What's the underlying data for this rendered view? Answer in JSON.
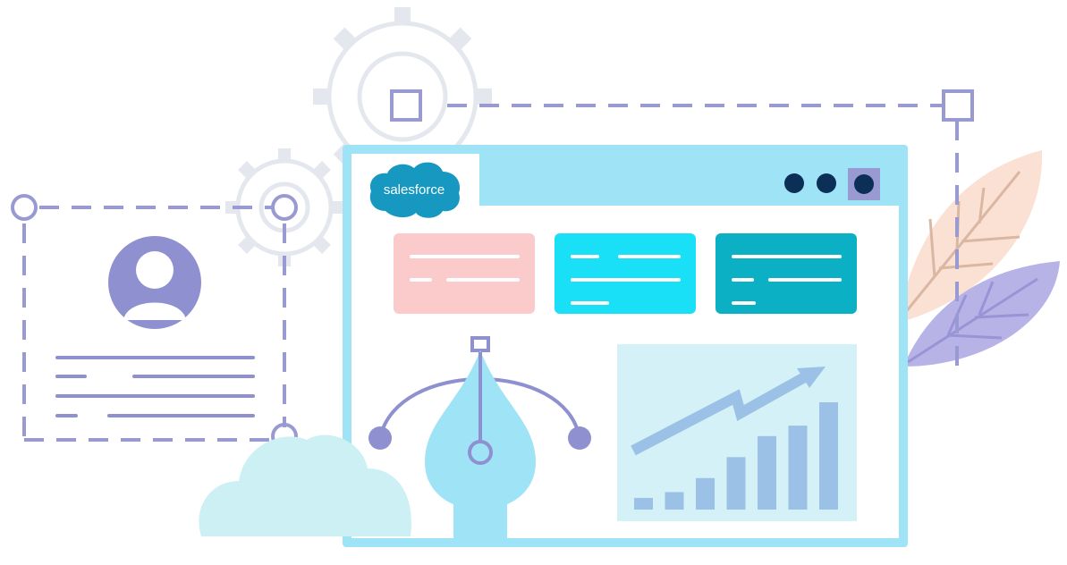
{
  "brand": {
    "name": "salesforce",
    "cloud_color": "#1798c1",
    "text_color": "#ffffff"
  },
  "window": {
    "frame_color": "#9fe3f6",
    "body_color": "#ffffff",
    "controls": [
      {
        "icon": "dot-icon",
        "color": "#0b2f57"
      },
      {
        "icon": "dot-icon",
        "color": "#0b2f57"
      },
      {
        "icon": "dot-icon-selected",
        "color": "#0b2f57",
        "highlight": "#9a9ad3"
      }
    ]
  },
  "cards": [
    {
      "name": "card-pink",
      "color": "#fbcaca",
      "line_color": "#ffffff"
    },
    {
      "name": "card-cyan",
      "color": "#1ae0f7",
      "line_color": "#ffffff"
    },
    {
      "name": "card-teal",
      "color": "#0bb0c4",
      "line_color": "#ffffff"
    }
  ],
  "illustrations": {
    "profile_icon": "user-avatar-icon",
    "pen_tool_icon": "pen-nib-icon",
    "gear_icon": "gear-icon",
    "cloud_icon": "cloud-icon",
    "leaf_icon": "leaf-icon",
    "growth_icon": "growth-arrow-icon"
  },
  "chart_data": {
    "type": "bar",
    "values": [
      1,
      1.5,
      2.7,
      4.5,
      6.3,
      7.2,
      9.2
    ],
    "trend": "up",
    "bar_color": "#9bc2e6",
    "background": "#d3f1f7"
  },
  "colors": {
    "accent_purple": "#8f90cf",
    "dash_purple": "#9a9ad3",
    "gear_gray": "#e4e8ee",
    "leaf_peach": "#fbe1d4",
    "leaf_lavender": "#b7b3e6",
    "cloud_light": "#ccf0f4"
  }
}
